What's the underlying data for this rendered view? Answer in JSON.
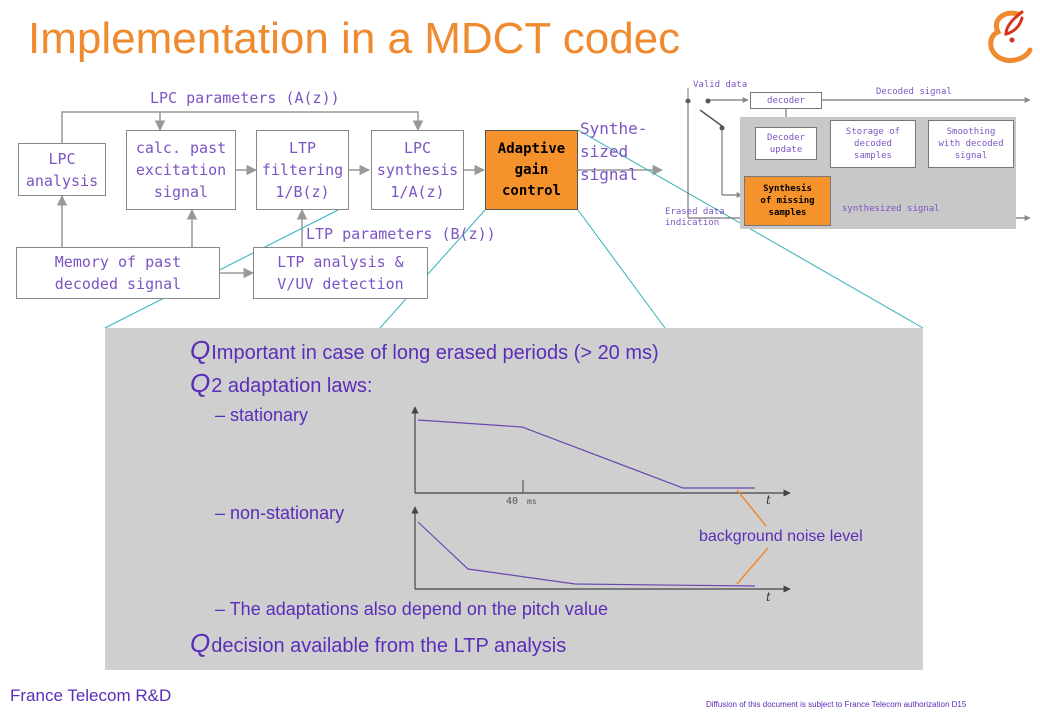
{
  "title": "Implementation in a MDCT codec",
  "logo_icon": "france-telecom-logo",
  "colors": {
    "accent": "#f08a2e",
    "box_text": "#7c54c4",
    "body_text": "#5a2db8",
    "agc_fill": "#f5922b",
    "panel": "#cfcfcf"
  },
  "diagram": {
    "lpc_analysis": "LPC\nanalysis",
    "calc_past": "calc. past\nexcitation\nsignal",
    "ltp_filtering": "LTP\nfiltering\n1/B(z)",
    "lpc_synthesis": "LPC\nsynthesis\n1/A(z)",
    "agc": "Adaptive\ngain\ncontrol",
    "memory": "Memory of past\ndecoded signal",
    "ltp_analysis": "LTP analysis &\nV/UV detection",
    "lpc_params": "LPC parameters (A(z))",
    "ltp_params": "LTP parameters (B(z))",
    "synthesized": "Synthe-\nsized\nsignal"
  },
  "mini": {
    "valid_data": "Valid data",
    "decoder": "decoder",
    "decoded_signal": "Decoded signal",
    "decoder_update": "Decoder\nupdate",
    "storage": "Storage of\ndecoded\nsamples",
    "smoothing": "Smoothing\nwith decoded\nsignal",
    "synthesis_missing": "Synthesis\nof missing\nsamples",
    "synthesized_signal": "synthesized signal",
    "erased": "Erased data\nindication"
  },
  "bullets": {
    "b1": "Important in case of long erased periods (> 20 ms)",
    "b2": "2 adaptation laws:",
    "s1": "– stationary",
    "s2": "– non-stationary",
    "s3": "– The adaptations also depend on the pitch value",
    "b3": "decision available from the LTP analysis",
    "bullet_glyph": "Q"
  },
  "plots": {
    "tick_40": "40",
    "tick_ms": "ms",
    "t_label": "t",
    "background_noise": "background noise level"
  },
  "footer": {
    "left": "France Telecom R&D",
    "right": "Diffusion of this document is subject to France Telecom authorization     D15"
  }
}
